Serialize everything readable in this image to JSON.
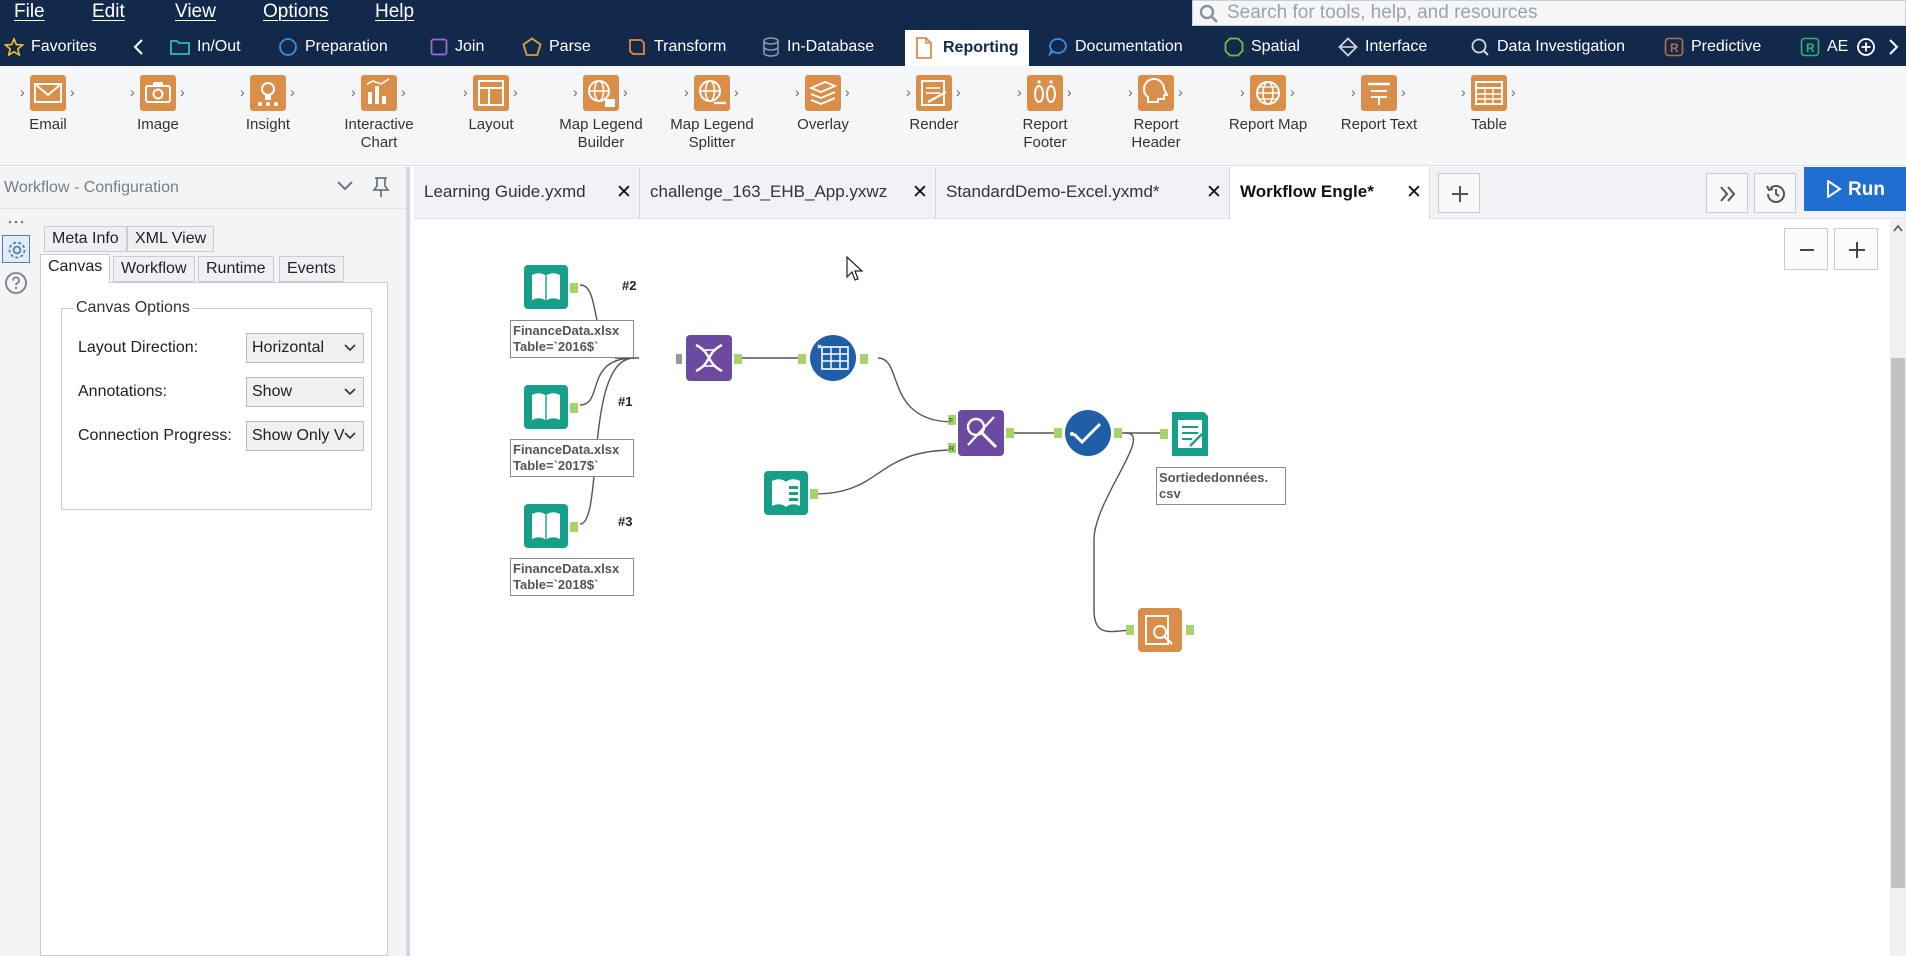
{
  "menu": {
    "file": "File",
    "edit": "Edit",
    "view": "View",
    "options": "Options",
    "help": "Help"
  },
  "search": {
    "placeholder": "Search for tools, help, and resources"
  },
  "categories": {
    "favorites": "Favorites",
    "items": [
      "In/Out",
      "Preparation",
      "Join",
      "Parse",
      "Transform",
      "In-Database",
      "Reporting",
      "Documentation",
      "Spatial",
      "Interface",
      "Data Investigation",
      "Predictive",
      "AE"
    ],
    "active": "Reporting"
  },
  "palette": {
    "tools": [
      {
        "label": "Email"
      },
      {
        "label": "Image"
      },
      {
        "label": "Insight"
      },
      {
        "label": "Interactive Chart",
        "l1": "Interactive",
        "l2": "Chart"
      },
      {
        "label": "Layout"
      },
      {
        "label": "Map Legend Builder",
        "l1": "Map Legend",
        "l2": "Builder"
      },
      {
        "label": "Map Legend Splitter",
        "l1": "Map Legend",
        "l2": "Splitter"
      },
      {
        "label": "Overlay"
      },
      {
        "label": "Render"
      },
      {
        "label": "Report Footer",
        "l1": "Report",
        "l2": "Footer"
      },
      {
        "label": "Report Header",
        "l1": "Report",
        "l2": "Header"
      },
      {
        "label": "Report Map"
      },
      {
        "label": "Report Text"
      },
      {
        "label": "Table"
      }
    ]
  },
  "config_panel": {
    "title": "Workflow - Configuration",
    "tabs_row1": [
      "Meta Info",
      "XML View"
    ],
    "tabs_row2": [
      "Canvas",
      "Workflow",
      "Runtime",
      "Events"
    ],
    "active_tab": "Canvas",
    "group_title": "Canvas Options",
    "fields": [
      {
        "label": "Layout Direction:",
        "value": "Horizontal"
      },
      {
        "label": "Annotations:",
        "value": "Show"
      },
      {
        "label": "Connection Progress:",
        "value": "Show Only V"
      }
    ]
  },
  "doc_tabs": [
    {
      "title": "Learning Guide.yxmd",
      "active": false
    },
    {
      "title": "challenge_163_EHB_App.yxwz",
      "active": false
    },
    {
      "title": "StandardDemo-Excel.yxmd*",
      "active": false
    },
    {
      "title": "Workflow Engle*",
      "active": true
    }
  ],
  "run_button": {
    "label": "Run"
  },
  "workflow": {
    "annotations": [
      {
        "line1": "FinanceData.xlsx",
        "line2": "Table=`2016$`"
      },
      {
        "line1": "FinanceData.xlsx",
        "line2": "Table=`2017$`"
      },
      {
        "line1": "FinanceData.xlsx",
        "line2": "Table=`2018$`"
      },
      {
        "line1": "Sortiededonnées.",
        "line2": "csv"
      }
    ],
    "union_labels": [
      "#2",
      "#1",
      "#3"
    ]
  },
  "colors": {
    "menubar": "#13294b",
    "input_tool": "#16a08a",
    "union_tool": "#6b4aa0",
    "blue_tool": "#1f5fa8",
    "reporting_tool": "#d98e4a",
    "run": "#1f6fd0",
    "anchor": "#a6d46a"
  }
}
